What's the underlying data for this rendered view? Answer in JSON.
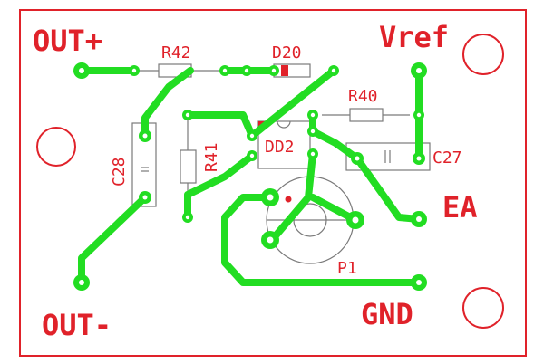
{
  "labels": {
    "out_plus": "OUT+",
    "out_minus": "OUT-",
    "vref": "Vref",
    "gnd": "GND",
    "ea": "EA",
    "r42": "R42",
    "d20": "D20",
    "r40": "R40",
    "r41": "R41",
    "c28": "C28",
    "dd2": "DD2",
    "c27": "C27",
    "p1": "P1"
  },
  "colors": {
    "board_outline": "#e0222a",
    "silkscreen": "#7a7a7a",
    "trace": "#22dd22",
    "pad_hole": "#ffffff",
    "label": "#e0222a"
  }
}
